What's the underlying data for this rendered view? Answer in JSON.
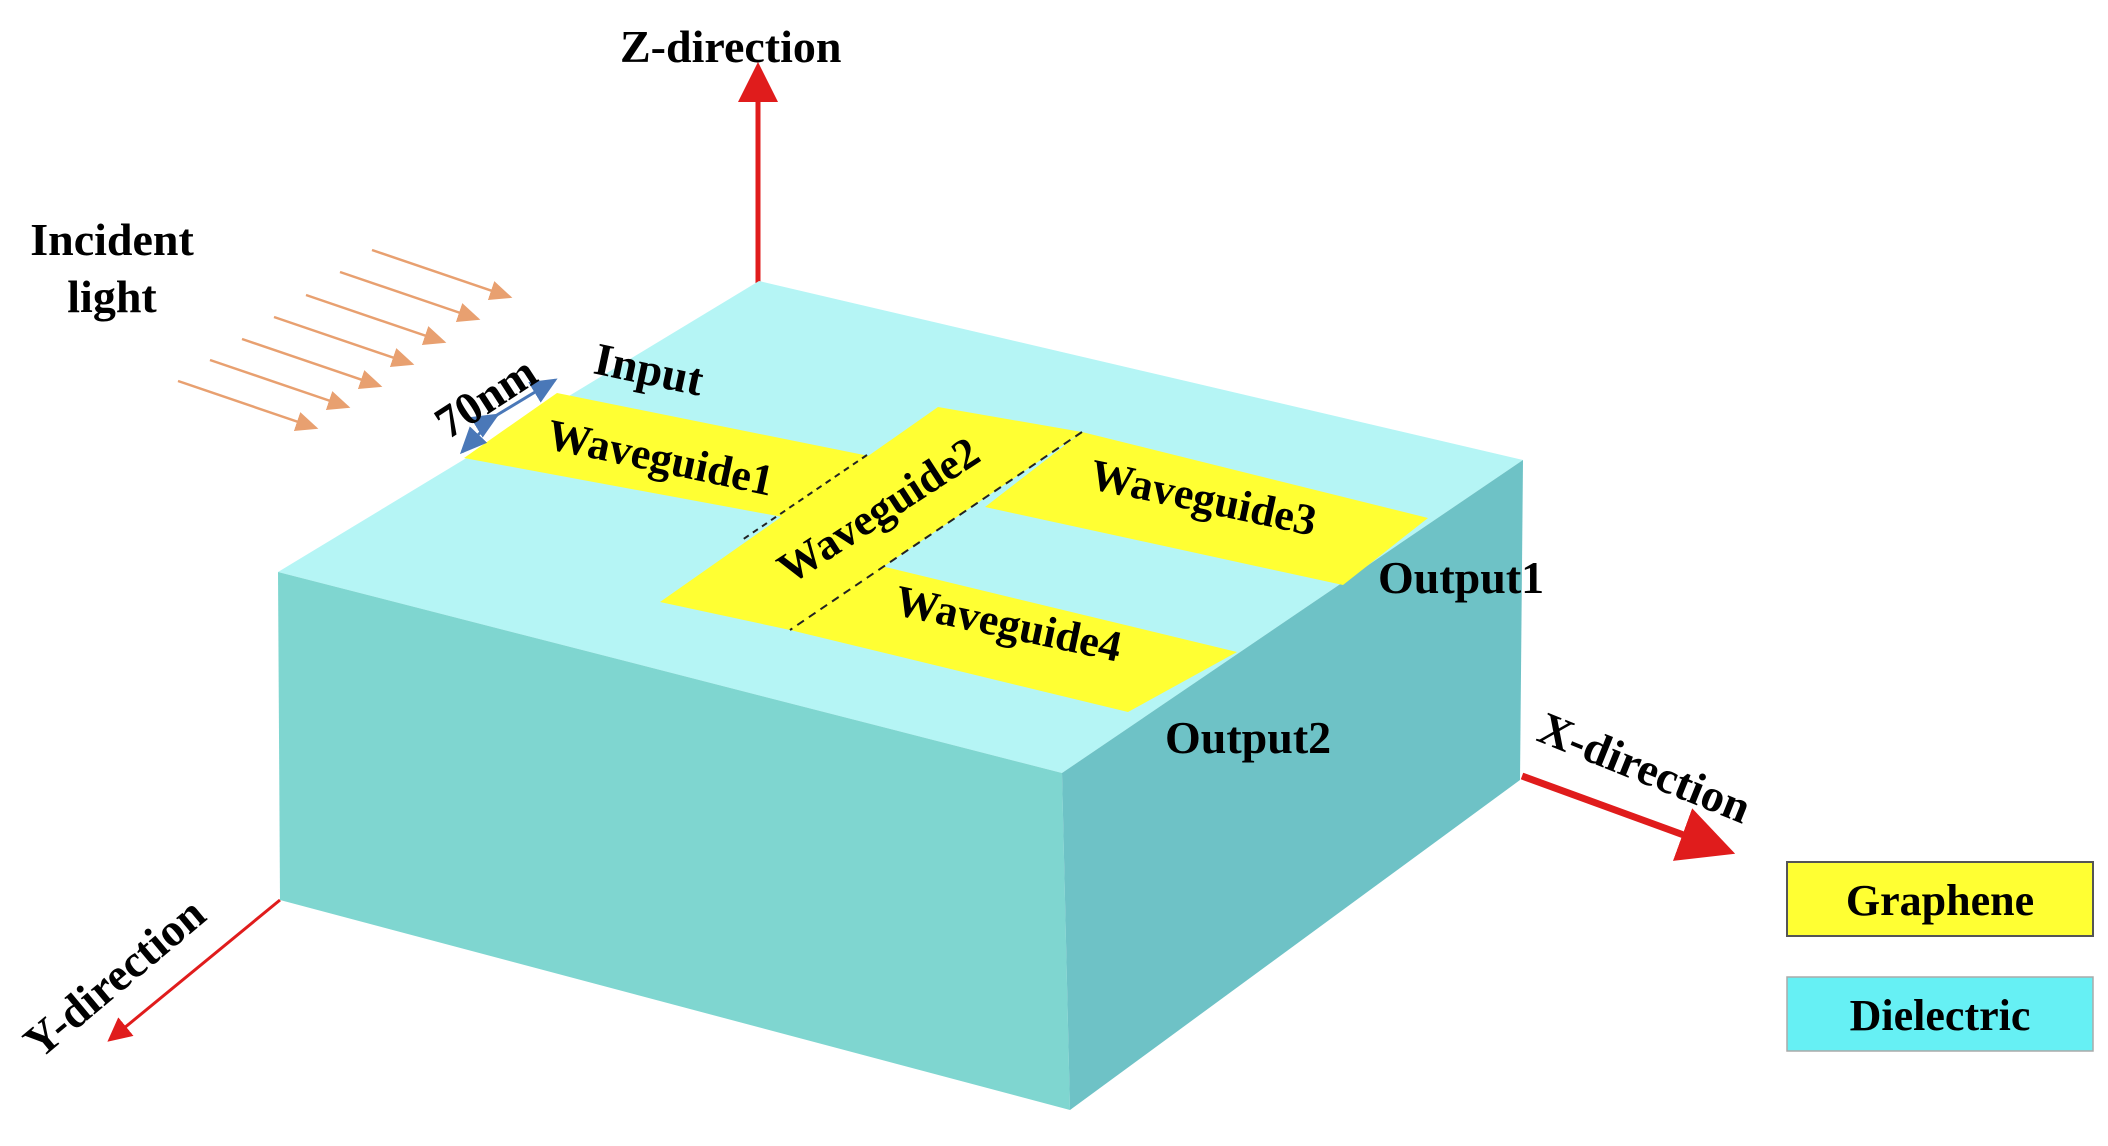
{
  "labels": {
    "z_axis": "Z-direction",
    "x_axis": "X-direction",
    "y_axis": "Y-direction",
    "incident_light_line1": "Incident",
    "incident_light_line2": "light",
    "width": "70nm",
    "input": "Input",
    "output1": "Output1",
    "output2": "Output2",
    "waveguide1": "Waveguide1",
    "waveguide2": "Waveguide2",
    "waveguide3": "Waveguide3",
    "waveguide4": "Waveguide4"
  },
  "legend": [
    {
      "label": "Graphene",
      "color": "#ffff33"
    },
    {
      "label": "Dielectric",
      "color": "#66f0f4"
    }
  ],
  "colors": {
    "block_top": "#b5f5f5",
    "block_front": "#7fd6d0",
    "block_side": "#6ec2c6",
    "graphene": "#ffff33",
    "axis_arrow": "#e01c1c",
    "light_arrow": "#e8a070",
    "dimension_arrow": "#4a78b8"
  }
}
